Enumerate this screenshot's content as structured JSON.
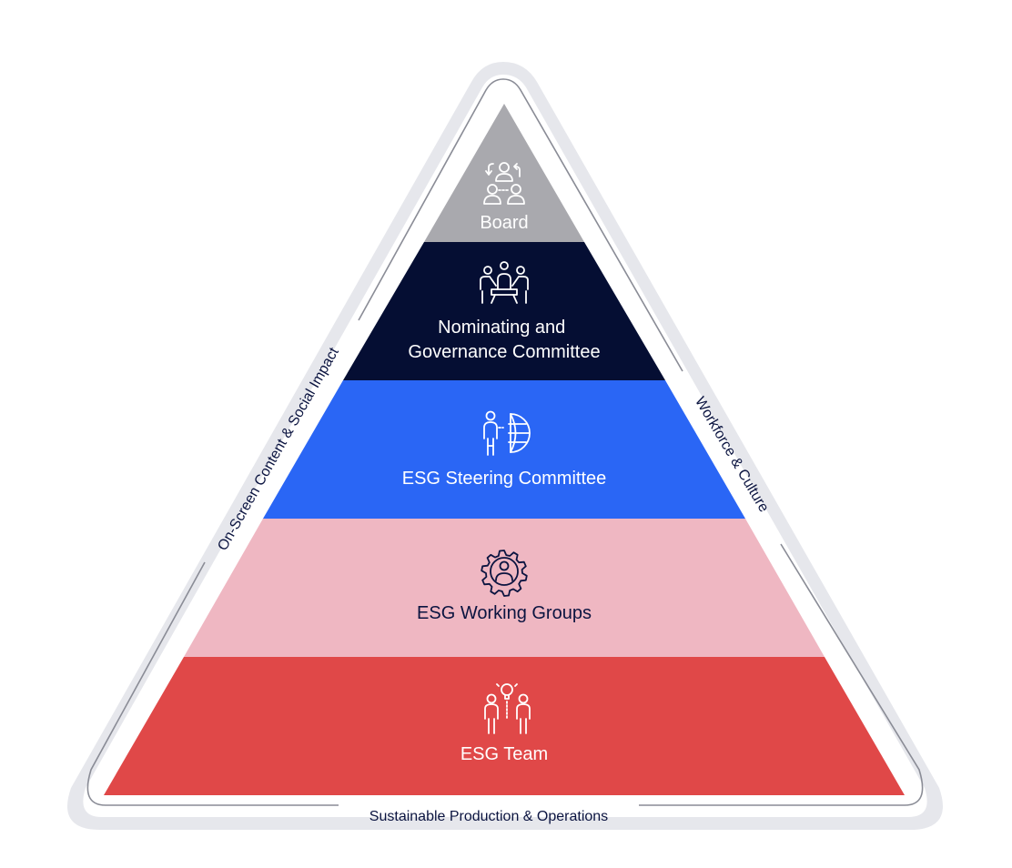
{
  "diagram": {
    "tiers": [
      {
        "id": "board",
        "lines": [
          "Board"
        ],
        "color": "#a9a9ae",
        "text_color": "#ffffff",
        "icon": "board-rotation-people-icon"
      },
      {
        "id": "nominating",
        "lines": [
          "Nominating and",
          "Governance Committee"
        ],
        "color": "#050e33",
        "text_color": "#ffffff",
        "icon": "meeting-table-icon"
      },
      {
        "id": "steering",
        "lines": [
          "ESG Steering Committee"
        ],
        "color": "#2a66f5",
        "text_color": "#ffffff",
        "icon": "person-globe-icon"
      },
      {
        "id": "working",
        "lines": [
          "ESG Working Groups"
        ],
        "color": "#efb7c2",
        "text_color": "#0b1440",
        "icon": "gear-person-icon"
      },
      {
        "id": "team",
        "lines": [
          "ESG Team"
        ],
        "color": "#e04848",
        "text_color": "#ffffff",
        "icon": "team-idea-icon"
      }
    ],
    "sides": {
      "left": "On-Screen Content & Social Impact",
      "right": "Workforce & Culture",
      "bottom": "Sustainable Production & Operations"
    },
    "frame_colors": {
      "outer": "#e6e7ec",
      "line": "#8a8c96",
      "side_text": "#0b1440"
    }
  }
}
